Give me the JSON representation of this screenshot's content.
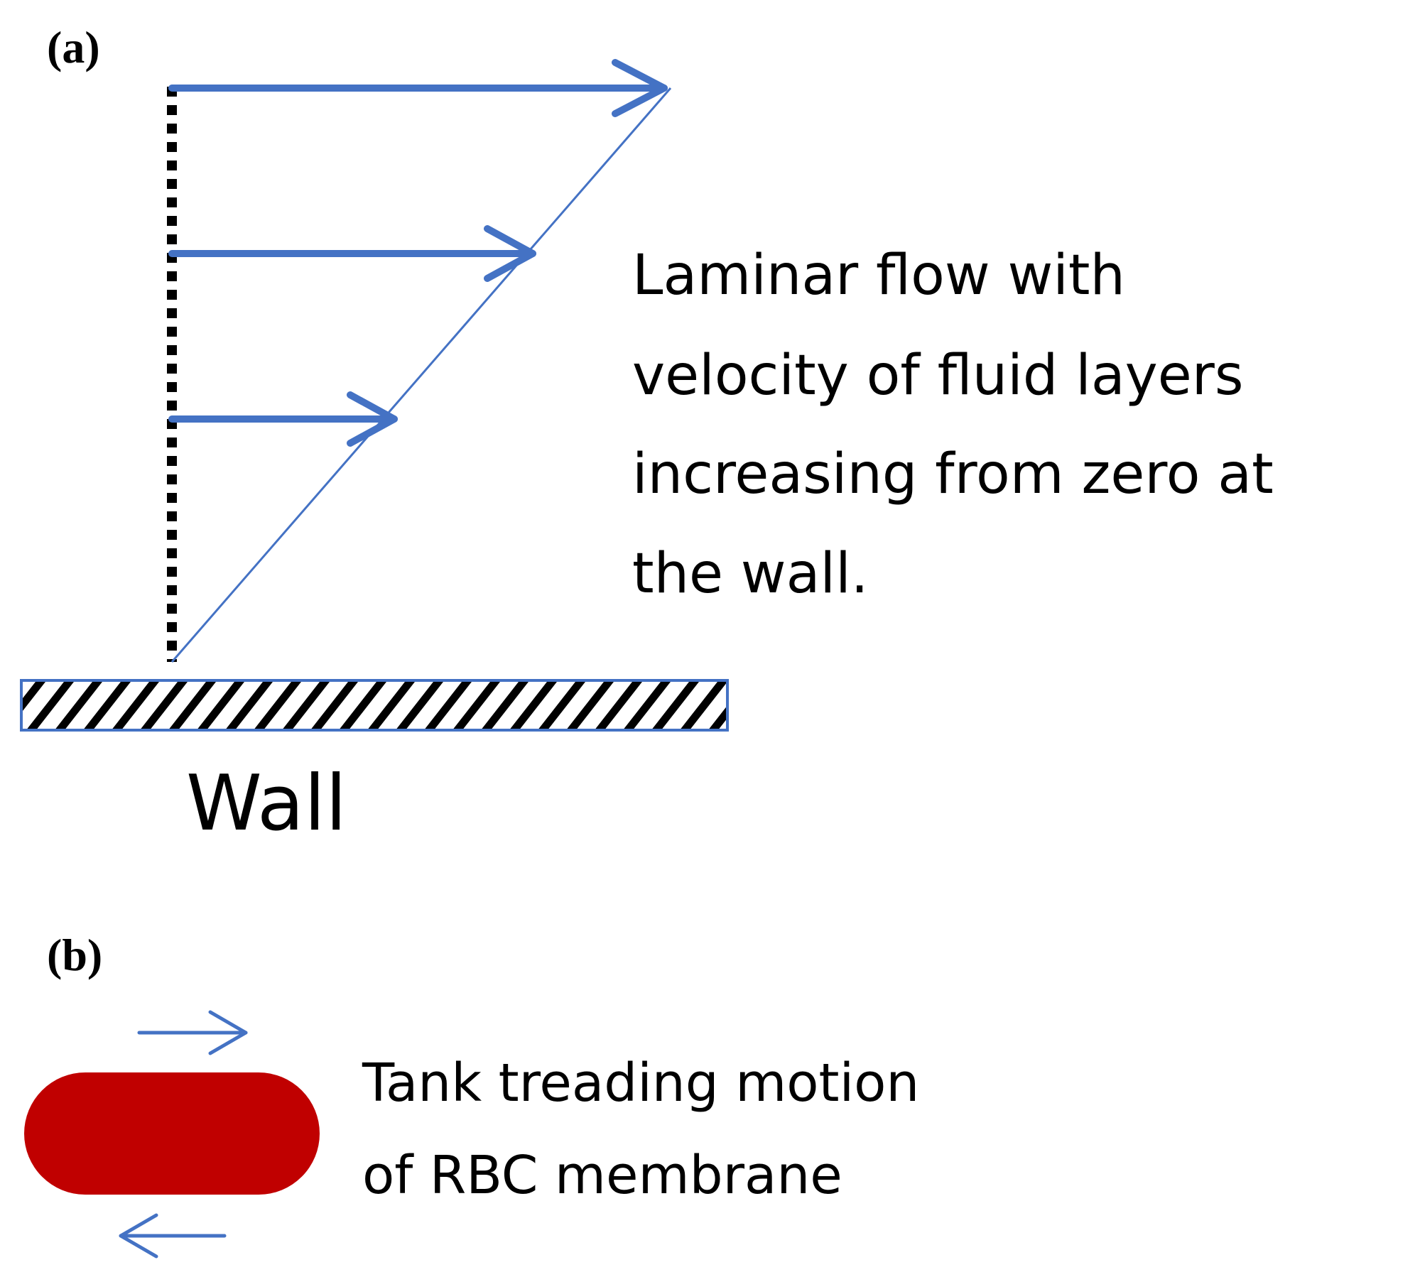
{
  "panel_a": {
    "label": "(a)",
    "caption_lines": [
      "Laminar flow with",
      "velocity of fluid layers",
      "increasing from zero at",
      "the wall."
    ],
    "wall_label": "Wall"
  },
  "panel_b": {
    "label": "(b)",
    "caption_lines": [
      "Tank treading motion",
      "of RBC membrane"
    ]
  },
  "colors": {
    "arrow_blue": "#4472c4",
    "rbc_red": "#c00000",
    "text": "#000000"
  }
}
